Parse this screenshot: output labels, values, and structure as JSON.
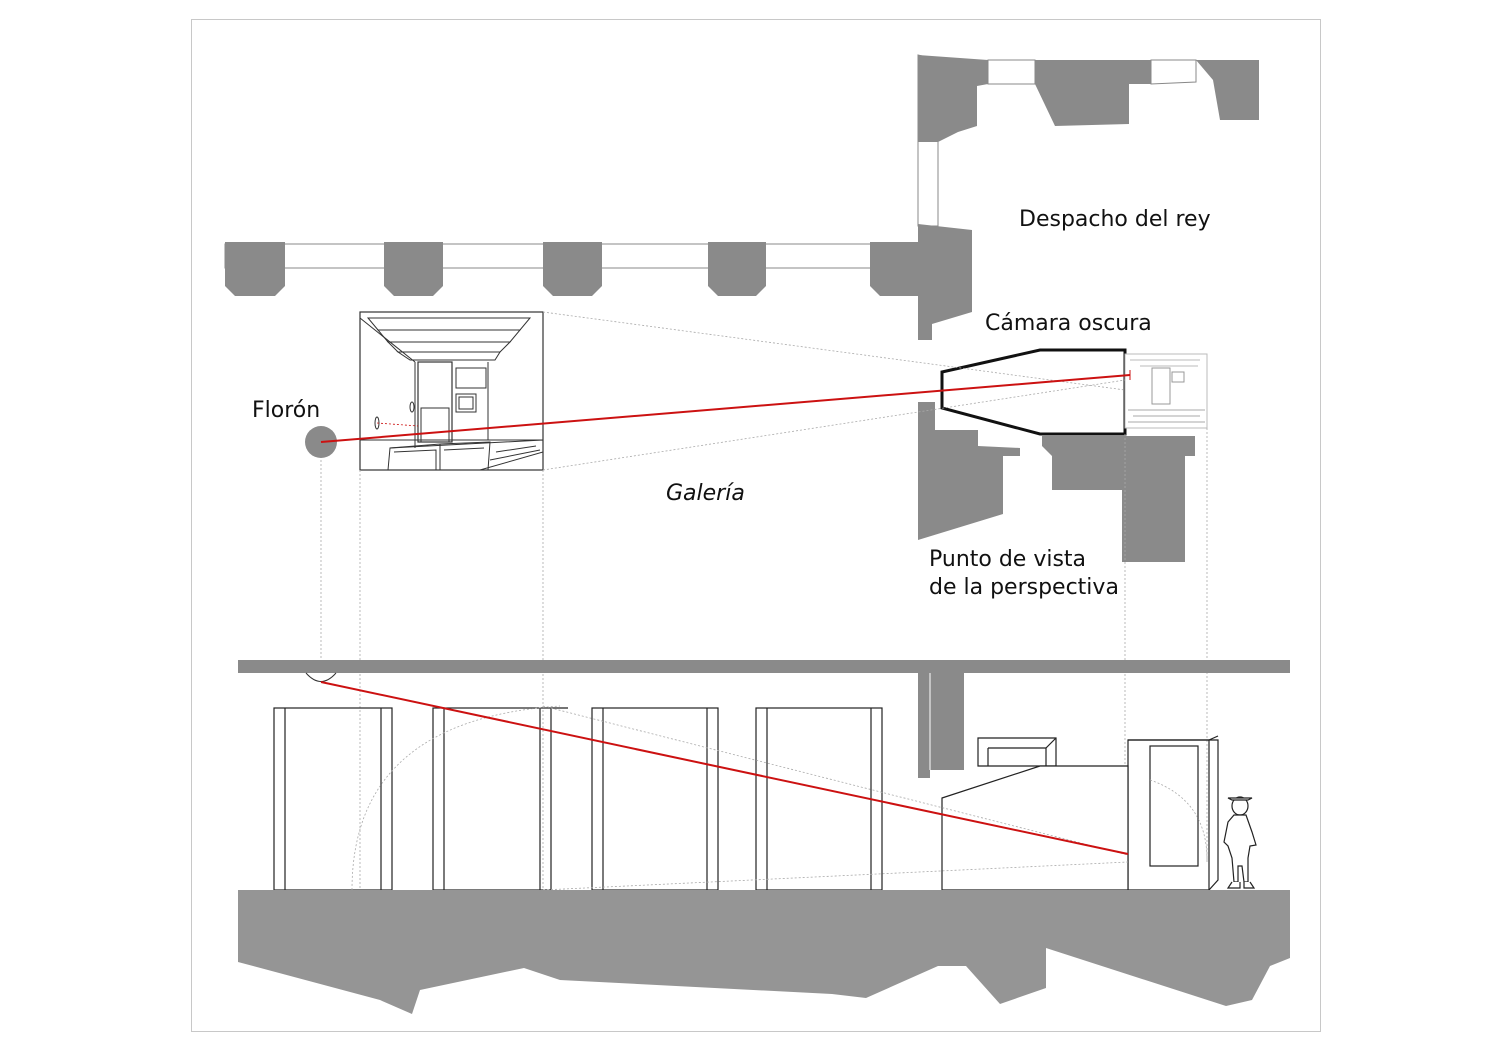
{
  "labels": {
    "despacho": "Despacho del rey",
    "camara": "Cámara oscura",
    "floron": "Florón",
    "galeria": "Galería",
    "punto_line1": "Punto de vista",
    "punto_line2": "de la perspectiva"
  },
  "colors": {
    "wall_fill": "#8a8a8a",
    "ground_fill": "#959595",
    "sight_line": "#cc1111",
    "guide_line": "#aaaaaa",
    "outline": "#222222"
  }
}
